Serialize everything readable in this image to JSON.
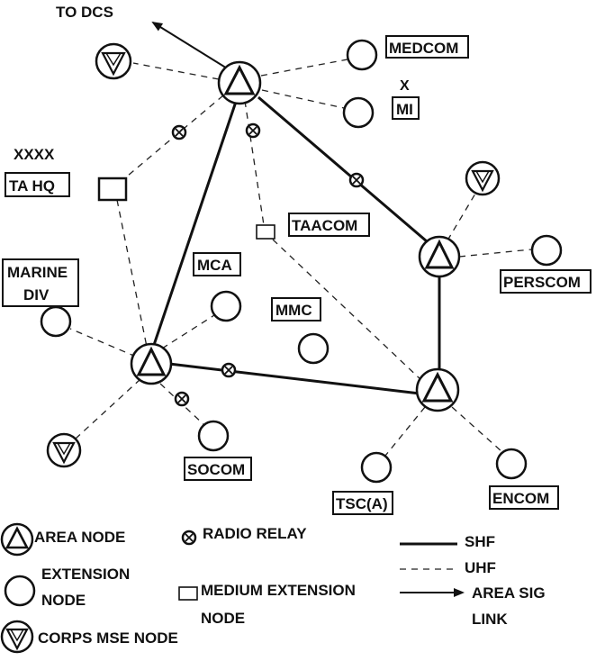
{
  "labels": {
    "to_dcs": "TO DCS",
    "medcom": "MEDCOM",
    "x": "X",
    "mi": "MI",
    "xxxx": "XXXX",
    "ta_hq": "TA HQ",
    "taacom": "TAACOM",
    "mca": "MCA",
    "marine_div_line1": "MARINE",
    "marine_div_line2": "DIV",
    "mmc": "MMC",
    "perscom": "PERSCOM",
    "socom": "SOCOM",
    "tsc_a": "TSC(A)",
    "encom": "ENCOM"
  },
  "legend": {
    "area_node": "AREA NODE",
    "extension_node_line1": "EXTENSION",
    "extension_node_line2": "NODE",
    "corps_mse_node": "CORPS MSE NODE",
    "radio_relay": "RADIO RELAY",
    "medium_extension_node_line1": "MEDIUM EXTENSION",
    "medium_extension_node_line2": "NODE",
    "shf": "SHF",
    "uhf": "UHF",
    "area_sig_link_line1": "AREA SIG",
    "area_sig_link_line2": "LINK"
  },
  "icons": {
    "area_node": "triangle-in-circle-icon",
    "extension_node": "circle-icon",
    "corps_mse_node": "inverted-triangle-in-circle-icon",
    "radio_relay": "x-in-circle-icon",
    "medium_extension_node": "small-rectangle-icon",
    "ta_hq": "rectangle-icon"
  },
  "colors": {
    "ink": "#111111",
    "background": "#ffffff"
  }
}
